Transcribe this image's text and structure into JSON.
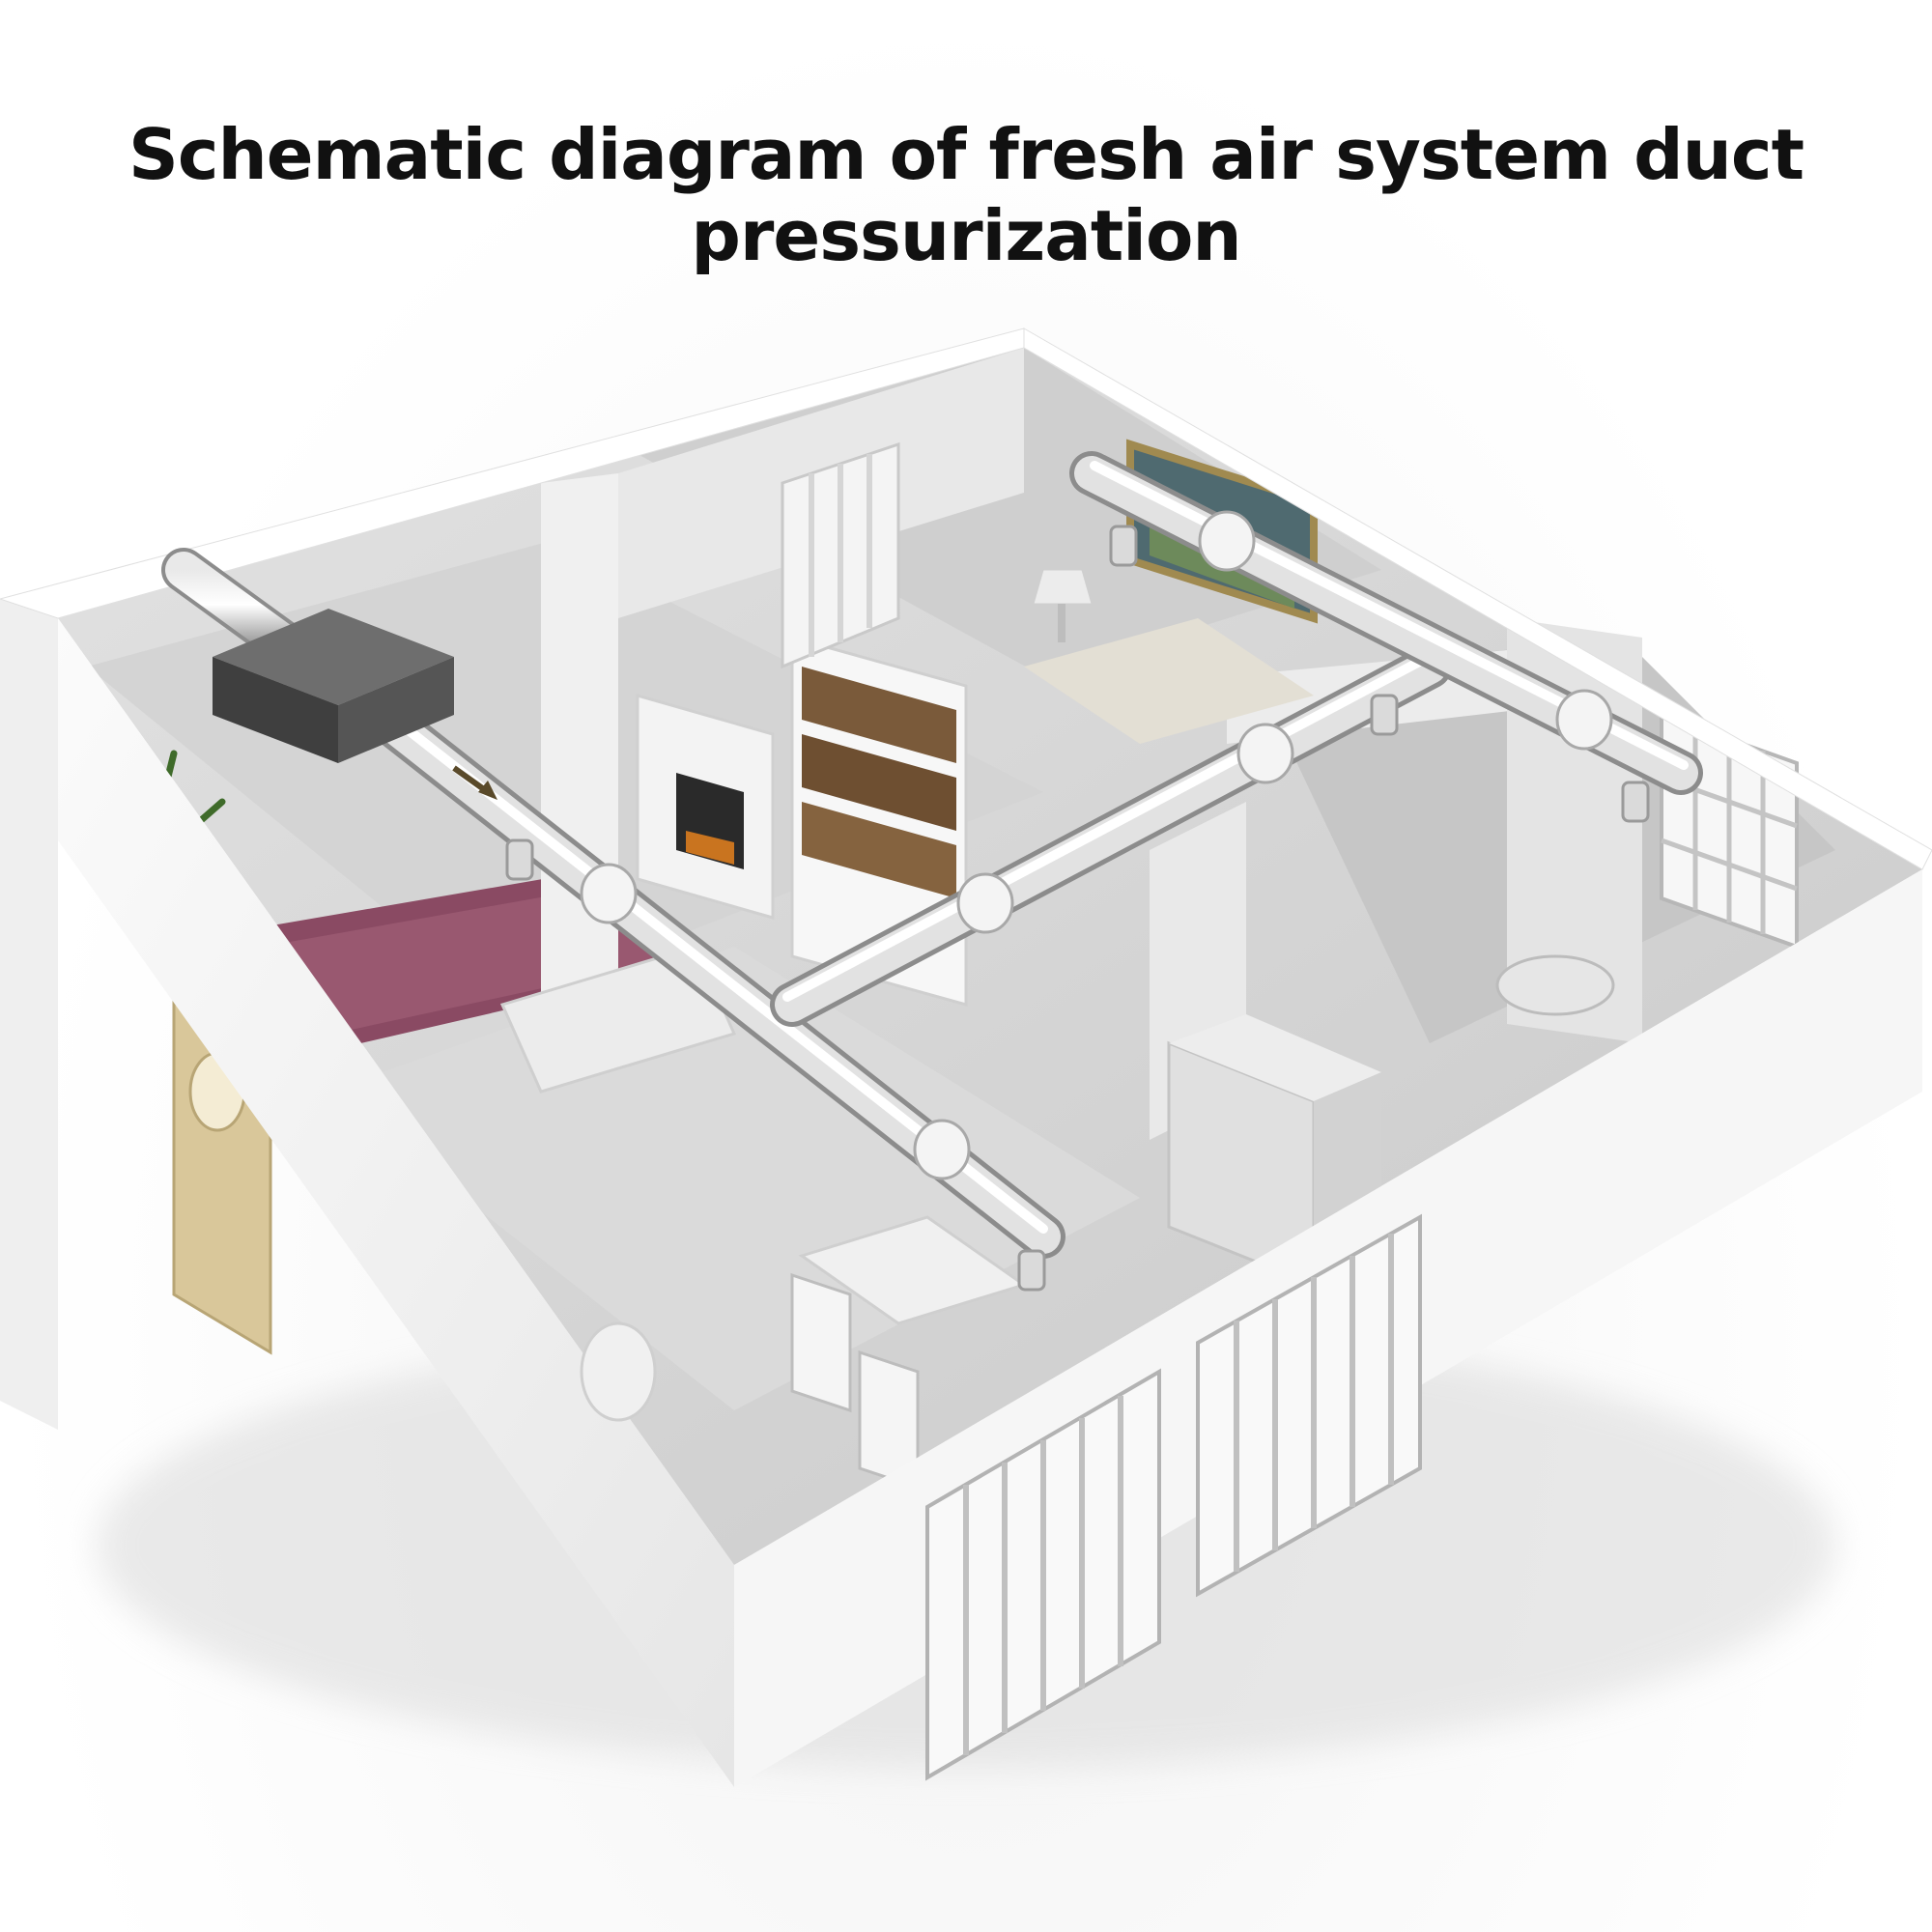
{
  "title": "Schematic diagram of fresh air system duct pressurization",
  "colors": {
    "duct": "#b9b9b9",
    "fan_box": "#555555",
    "wall": "#f4f4f4",
    "floor": "#d8d8d8",
    "rug": "#8a4a63",
    "door": "#d9c79a"
  },
  "icons": {
    "fan_unit": "fresh-air-unit-box",
    "vent": "ceiling-diffuser",
    "airflow": "airflow-arrow"
  }
}
